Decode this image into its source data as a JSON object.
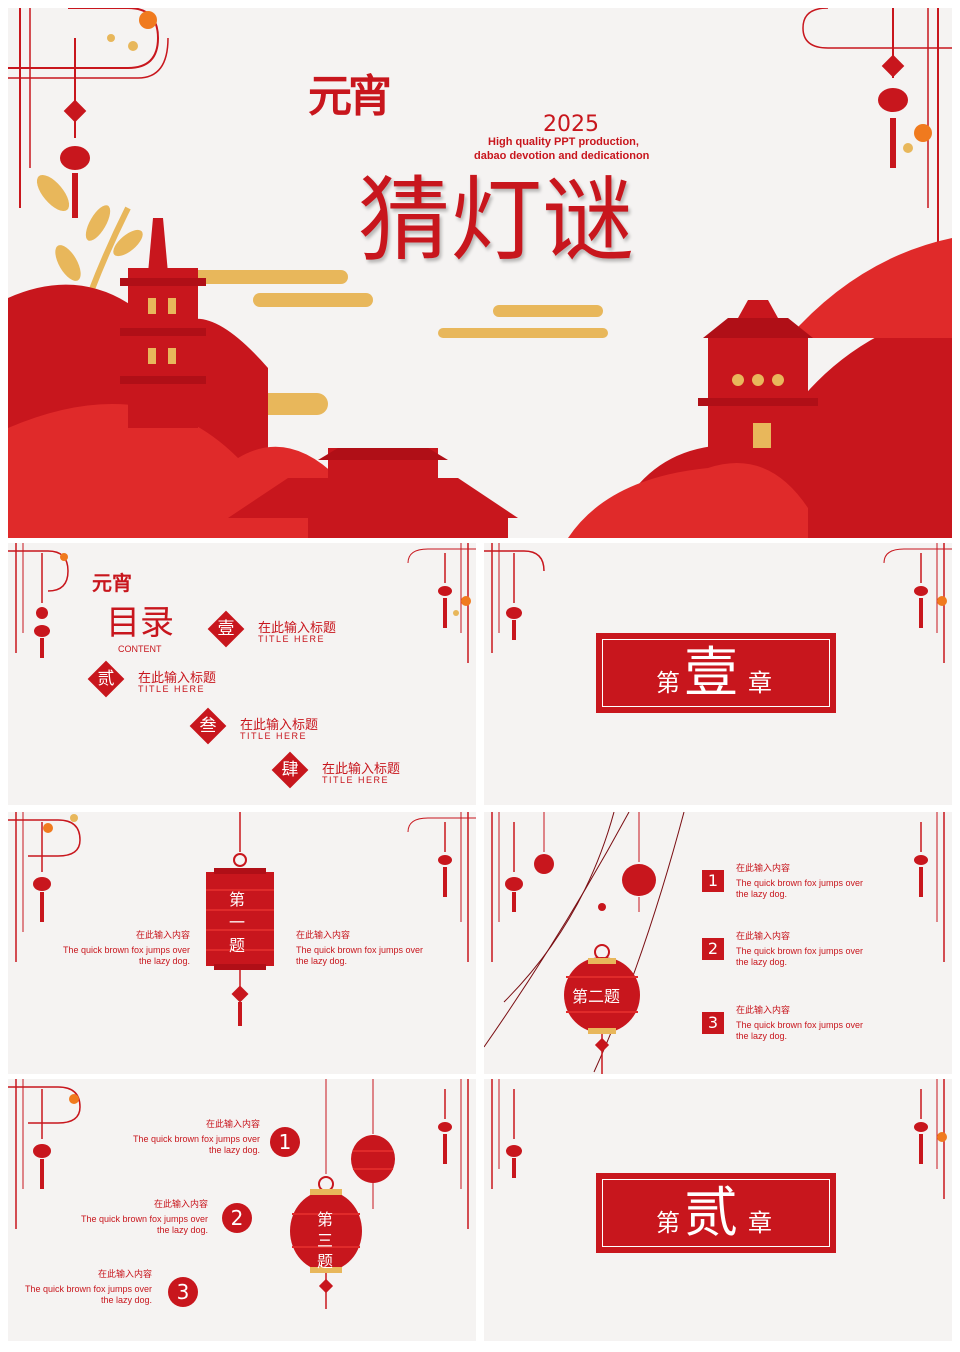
{
  "colors": {
    "primary_red": "#c8161d",
    "gold": "#e8b75b",
    "bg": "#f5f3f2",
    "orange": "#f07a1e"
  },
  "cover": {
    "logo_text": "元宵",
    "year": "2025",
    "subtitle_line1": "High quality PPT production,",
    "subtitle_line2": "dabao devotion and dedicationon",
    "title": "猜灯谜"
  },
  "toc": {
    "title": "目录",
    "title_en": "CONTENT",
    "items": [
      {
        "num": "壹",
        "label": "在此输入标题",
        "sub": "TITLE HERE"
      },
      {
        "num": "贰",
        "label": "在此输入标题",
        "sub": "TITLE HERE"
      },
      {
        "num": "叁",
        "label": "在此输入标题",
        "sub": "TITLE HERE"
      },
      {
        "num": "肆",
        "label": "在此输入标题",
        "sub": "TITLE HERE"
      }
    ]
  },
  "chapter1": {
    "prefix": "第",
    "num": "壹",
    "suffix": "章"
  },
  "chapter2": {
    "prefix": "第",
    "num": "贰",
    "suffix": "章"
  },
  "q1": {
    "lantern": [
      "第",
      "一",
      "题"
    ],
    "left_title": "在此输入内容",
    "left_body1": "The quick brown fox jumps over",
    "left_body2": "the lazy dog.",
    "right_title": "在此输入内容",
    "right_body1": "The quick brown fox jumps over",
    "right_body2": "the lazy dog."
  },
  "q2": {
    "lantern": "第二题",
    "items": [
      {
        "num": "1",
        "title": "在此输入内容",
        "body1": "The quick brown fox jumps over",
        "body2": "the lazy dog."
      },
      {
        "num": "2",
        "title": "在此输入内容",
        "body1": "The quick brown fox jumps over",
        "body2": "the lazy dog."
      },
      {
        "num": "3",
        "title": "在此输入内容",
        "body1": "The quick brown fox jumps over",
        "body2": "the lazy dog."
      }
    ]
  },
  "q3": {
    "lantern": [
      "第",
      "三",
      "题"
    ],
    "items": [
      {
        "num": "1",
        "title": "在此输入内容",
        "body1": "The quick brown fox jumps over",
        "body2": "the lazy dog."
      },
      {
        "num": "2",
        "title": "在此输入内容",
        "body1": "The quick brown fox jumps over",
        "body2": "the lazy dog."
      },
      {
        "num": "3",
        "title": "在此输入内容",
        "body1": "The quick brown fox jumps over",
        "body2": "the lazy dog."
      }
    ]
  }
}
